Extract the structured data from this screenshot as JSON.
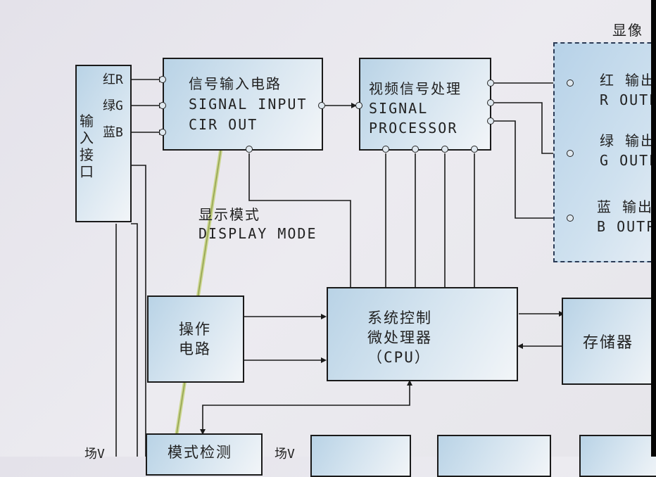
{
  "input_port": {
    "label": "输\n入\n接\n口",
    "red": "红R",
    "green": "绿G",
    "blue": "蓝B"
  },
  "signal_input": {
    "label": "信号输入电路\nSIGNAL INPUT\nCIR OUT"
  },
  "processor": {
    "label": "视频信号处理\nSIGNAL\nPROCESSOR"
  },
  "display_section": {
    "title": "显像",
    "red_out": "红 输出\nR OUTP",
    "green_out": "绿 输出\nG OUTP",
    "blue_out": "蓝 输出\nB OUTP"
  },
  "display_mode": "显示模式\nDISPLAY MODE",
  "operation": {
    "label": "操作\n电路"
  },
  "cpu": {
    "label": "系统控制\n微处理器\n（CPU）"
  },
  "memory": {
    "label": "存储器"
  },
  "bottom": {
    "left_label": "场V",
    "mid_block": "模式检测",
    "right_label": "场V"
  },
  "colors": {
    "line": "#1a1a1a",
    "block": "#c6dcea"
  }
}
